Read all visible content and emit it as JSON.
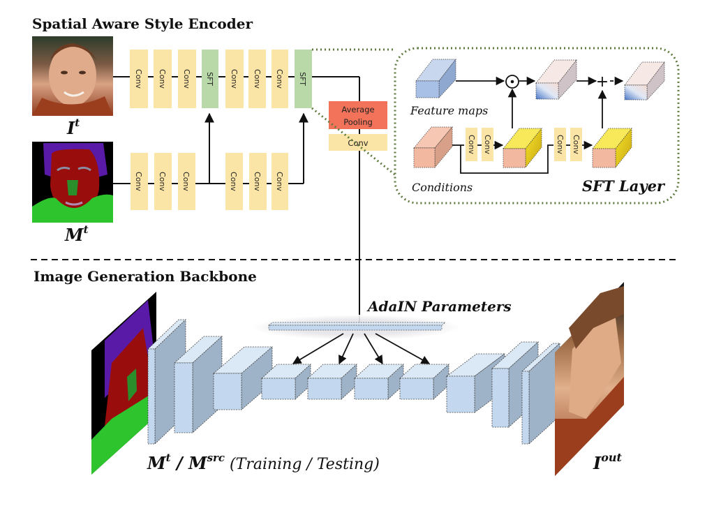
{
  "sections": {
    "encoder_title": "Spatial Aware Style Encoder",
    "backbone_title": "Image Generation Backbone"
  },
  "encoder": {
    "top_row": [
      "Conv",
      "Conv",
      "Conv",
      "SFT",
      "Conv",
      "Conv",
      "Conv",
      "SFT"
    ],
    "bottom_row_a": [
      "Conv",
      "Conv",
      "Conv"
    ],
    "bottom_row_b": [
      "Conv",
      "Conv",
      "Conv"
    ],
    "pooling_label": "Average Pooling",
    "pooling_line1": "Average",
    "pooling_line2": "Pooling",
    "post_conv_label": "Conv",
    "image_label_base": "I",
    "image_label_sup": "t",
    "mask_label_base": "M",
    "mask_label_sup": "t"
  },
  "sft_layer": {
    "title": "SFT Layer",
    "feature_maps_label": "Feature maps",
    "conditions_label": "Conditions",
    "conv_labels": [
      "Conv",
      "Conv",
      "Conv",
      "Conv"
    ],
    "multiply_symbol": "⊙",
    "add_symbol": "+"
  },
  "backbone": {
    "adain_label": "AdaIN Parameters",
    "input_label_m": "M",
    "input_label_m_sup": "t",
    "input_label_sep": " / ",
    "input_label_m2": "M",
    "input_label_m2_sup": "src",
    "input_label_paren": " (Training / Testing)",
    "output_label_base": "I",
    "output_label_sup": "out"
  },
  "colors": {
    "conv_fill": "#fbe5a6",
    "sft_fill": "#b9d9a8",
    "pooling_fill": "#f2735a",
    "block_front": "#c3d8ee",
    "block_top": "#dbe8f5",
    "block_side": "#9fb3c8",
    "sft_border": "#5e7a3f"
  }
}
